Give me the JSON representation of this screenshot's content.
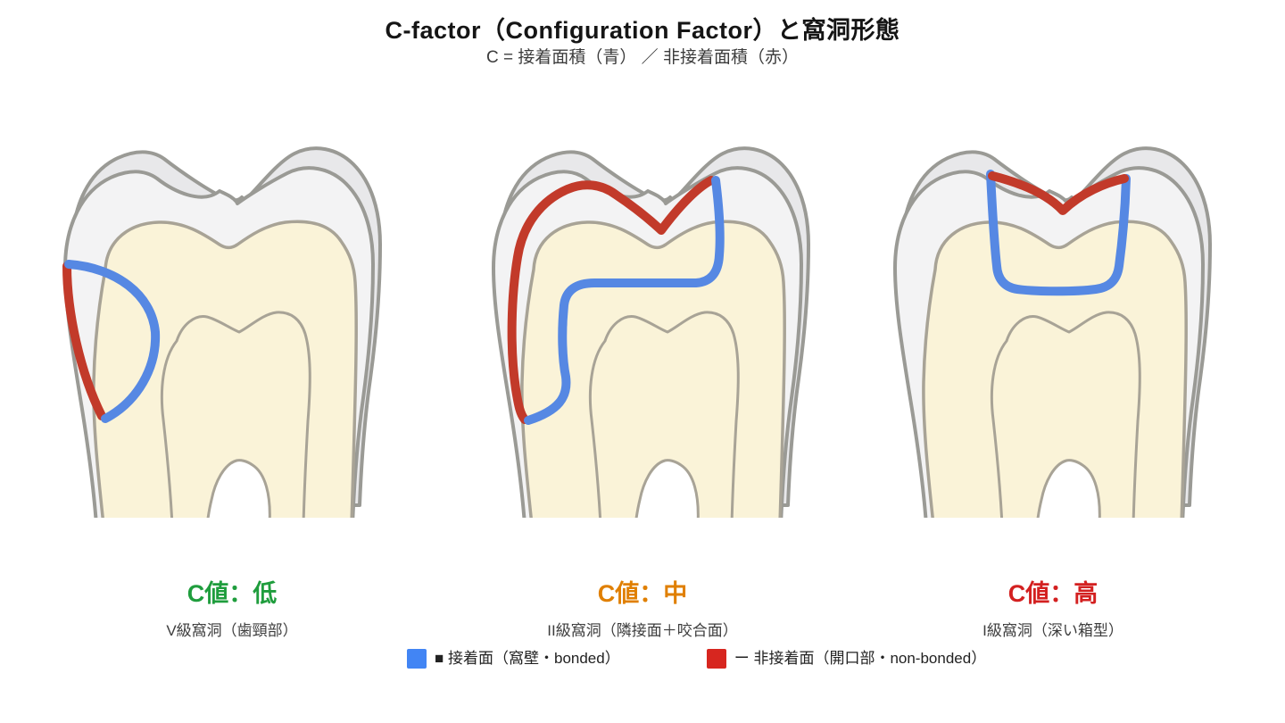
{
  "title": "C-factor（Configuration Factor）と窩洞形態",
  "subtitle": "C = 接着面積（青） ／ 非接着面積（赤）",
  "figures": [
    {
      "caption": "C値：低",
      "sub": "V級窩洞（歯頸部）",
      "level": "low"
    },
    {
      "caption": "C値：中",
      "sub": "II級窩洞（隣接面＋咬合面）",
      "level": "mid"
    },
    {
      "caption": "C値：高",
      "sub": "I級窩洞（深い箱型）",
      "level": "high"
    }
  ],
  "legend": [
    {
      "swatch": "bonded",
      "label": "■ 接着面（窩壁・bonded）"
    },
    {
      "swatch": "nonbonded",
      "label": "ー 非接着面（開口部・non-bonded）"
    }
  ],
  "colors": {
    "bonded": "#5688e3",
    "nonbonded": "#c23a2a",
    "legend_bonded": "#4285f4",
    "legend_nonbonded": "#d7261f",
    "c_low": "#1f9d3d",
    "c_mid": "#e07f00",
    "c_high": "#d32020",
    "outline": "#9a9a95",
    "outline_soft": "#a8a396",
    "enamel_back": "#e8e8ea",
    "enamel_front": "#f3f3f4",
    "dentin": "#faf3d8"
  }
}
